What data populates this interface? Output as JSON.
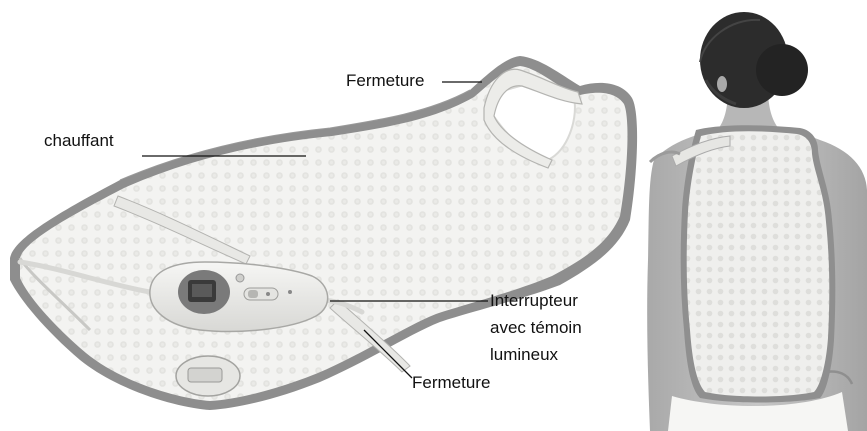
{
  "labels": {
    "chauffant": "chauffant",
    "fermeture_top": "Fermeture",
    "interrupteur_line1": "Interrupteur",
    "interrupteur_line2": "avec témoin",
    "interrupteur_line3": "lumineux",
    "fermeture_bottom": "Fermeture"
  },
  "colors": {
    "pad_fill": "#f1f1ef",
    "pad_border": "#8c8c8c",
    "strap": "#ebebe9",
    "skin": "#b9b9b9",
    "hair": "#2a2a2a",
    "remote_display": "#3a3a3a"
  }
}
